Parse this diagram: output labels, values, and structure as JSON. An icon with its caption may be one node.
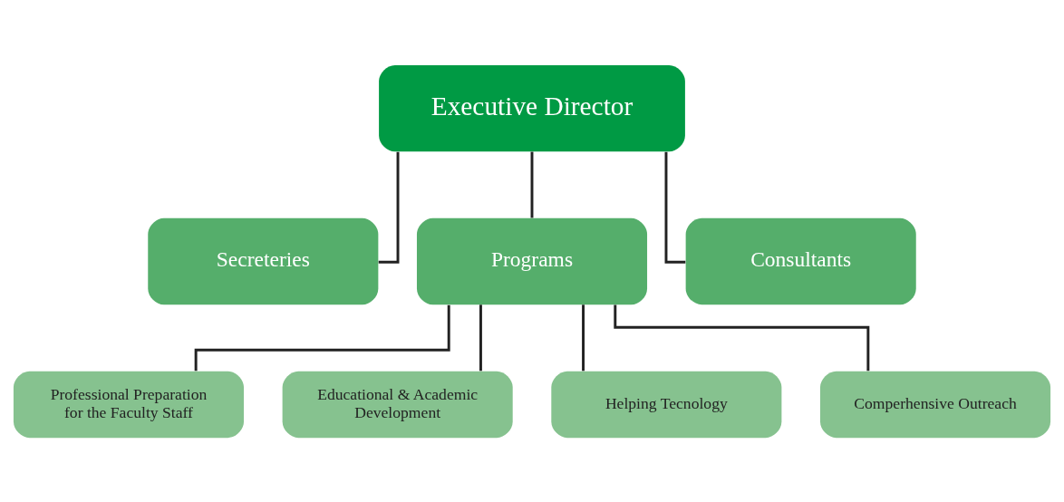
{
  "diagram": {
    "nodes": [
      {
        "text": [
          "Executive Director"
        ]
      },
      {
        "text": [
          "Secreteries"
        ]
      },
      {
        "text": [
          "Programs"
        ]
      },
      {
        "text": [
          "Consultants"
        ]
      },
      {
        "text": [
          "Professional Preparation for the Faculty Staff"
        ]
      },
      {
        "text": [
          "Educational & Academic Development"
        ]
      },
      {
        "text": [
          "Helping Tecnology"
        ]
      },
      {
        "text": [
          "Comperhensive Outreach"
        ]
      }
    ],
    "edges": [
      {
        "from": 0,
        "to": 1,
        "arrow": "none"
      },
      {
        "from": 0,
        "to": 2,
        "arrow": "none"
      },
      {
        "from": 0,
        "to": 3,
        "arrow": "none"
      },
      {
        "from": 2,
        "to": 4,
        "arrow": "none"
      },
      {
        "from": 2,
        "to": 5,
        "arrow": "none"
      },
      {
        "from": 2,
        "to": 6,
        "arrow": "none"
      },
      {
        "from": 2,
        "to": 7,
        "arrow": "none"
      }
    ]
  }
}
